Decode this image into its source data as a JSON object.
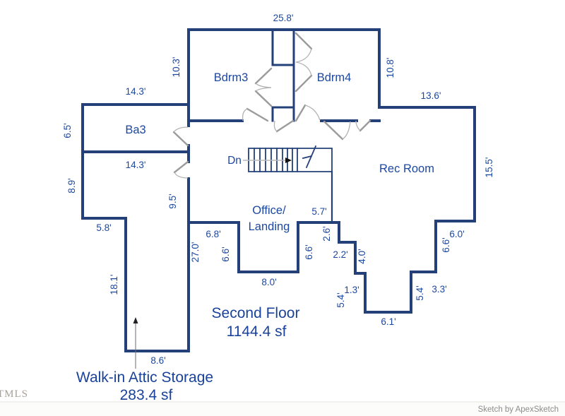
{
  "colors": {
    "wall": "#234078",
    "text_blue": "#1c479e",
    "door_gray": "#b3b3b3",
    "credit_gray": "#8c8c8c",
    "watermark_gray": "#a6a19a"
  },
  "rooms": {
    "bdrm3": "Bdrm3",
    "bdrm4": "Bdrm4",
    "ba3": "Ba3",
    "rec": "Rec Room",
    "office_line1": "Office/",
    "office_line2": "Landing",
    "stairs": "Dn"
  },
  "titles": {
    "floor": "Second Floor",
    "floor_area": "1144.4 sf",
    "attic": "Walk-in Attic Storage",
    "attic_area": "283.4 sf"
  },
  "footer": {
    "credit": "Sketch by ApexSketch",
    "watermark": "TMLS"
  },
  "dims": [
    {
      "t": "25.8'"
    },
    {
      "t": "10.3'"
    },
    {
      "t": "10.8'"
    },
    {
      "t": "14.3'"
    },
    {
      "t": "6.5'"
    },
    {
      "t": "14.3'"
    },
    {
      "t": "8.9'"
    },
    {
      "t": "9.5'"
    },
    {
      "t": "5.8'"
    },
    {
      "t": "18.1'"
    },
    {
      "t": "27.0'"
    },
    {
      "t": "8.6'"
    },
    {
      "t": "6.8'"
    },
    {
      "t": "6.6'"
    },
    {
      "t": "8.0'"
    },
    {
      "t": "6.6'"
    },
    {
      "t": "5.7'"
    },
    {
      "t": "2.6'"
    },
    {
      "t": "2.2'"
    },
    {
      "t": "4.0'"
    },
    {
      "t": "1.3'"
    },
    {
      "t": "5.4'"
    },
    {
      "t": "6.1'"
    },
    {
      "t": "5.4'"
    },
    {
      "t": "3.3'"
    },
    {
      "t": "6.6'"
    },
    {
      "t": "6.0'"
    },
    {
      "t": "13.6'"
    },
    {
      "t": "15.5'"
    }
  ]
}
